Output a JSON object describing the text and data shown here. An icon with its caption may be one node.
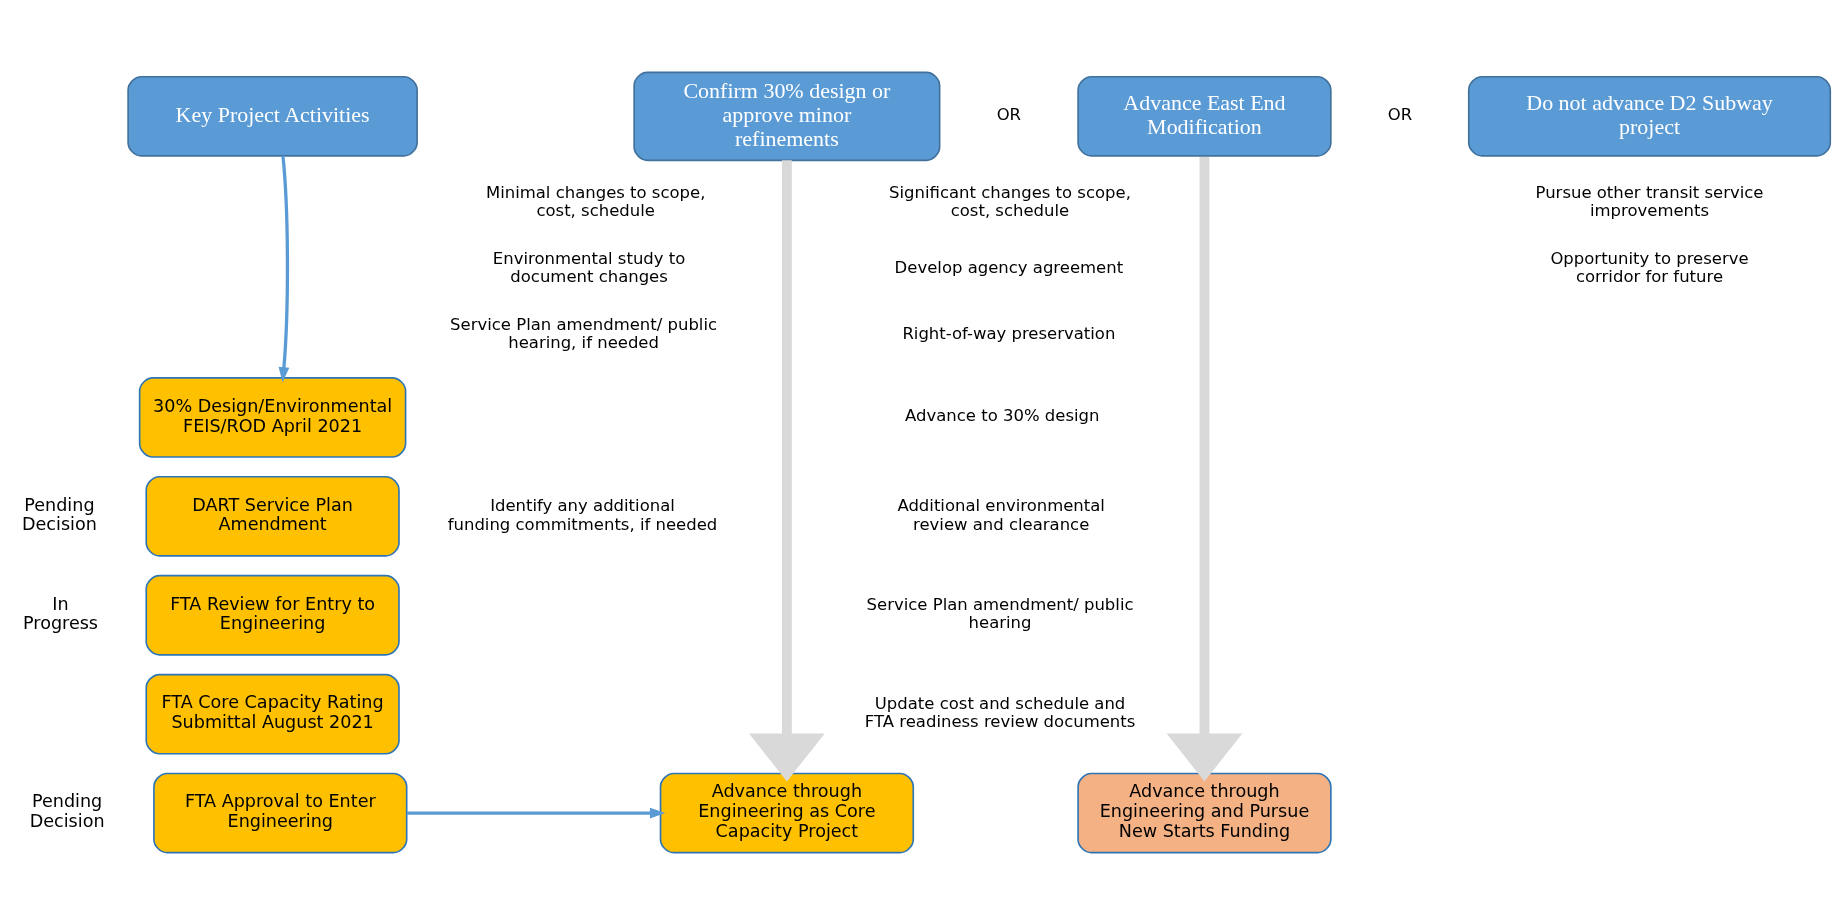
{
  "diagram": {
    "nodes": [
      {
        "text": [
          "Key Project Activities"
        ]
      },
      {
        "text": [
          "Confirm 30% design or approve minor refinements"
        ]
      },
      {
        "text": [
          "Advance East End Modification"
        ]
      },
      {
        "text": [
          "Do not advance D2 Subway project"
        ]
      },
      {
        "text": [
          "30% Design/Environmental FEIS/ROD April 2021"
        ]
      },
      {
        "text": [
          "DART Service Plan Amendment"
        ],
        "beside": [
          "Pending Decision"
        ]
      },
      {
        "text": [
          "FTA Review for Entry to Engineering"
        ],
        "beside": [
          "In Progress"
        ]
      },
      {
        "text": [
          "FTA Core Capacity Rating Submittal August 2021"
        ]
      },
      {
        "text": [
          "FTA Approval to Enter Engineering"
        ],
        "beside": [
          "Pending Decision"
        ]
      },
      {
        "text": [
          "Advance through Engineering as Core Capacity Project"
        ]
      },
      {
        "text": [
          "Advance through Engineering and Pursue New Starts Funding"
        ]
      }
    ],
    "edges": [
      {
        "from": 0,
        "to": 4,
        "arrow": "to"
      },
      {
        "from": 8,
        "to": 9,
        "arrow": "to"
      },
      {
        "from": 1,
        "to": 9,
        "arrow": "to",
        "style": "thick",
        "color": "#d9d9d9"
      },
      {
        "from": 2,
        "to": 10,
        "arrow": "to",
        "style": "thick",
        "color": "#d9d9d9"
      }
    ],
    "labels": [
      "OR",
      "OR",
      "Minimal changes to scope, cost, schedule",
      "Environmental study to document changes",
      "Service Plan amendment/ public hearing, if needed",
      "Identify any additional funding commitments, if needed",
      "Significant changes to scope, cost, schedule",
      "Develop agency agreement",
      "Right-of-way preservation",
      "Advance to 30% design",
      "Additional environmental review and clearance",
      "Service Plan amendment/ public hearing",
      "Update cost and schedule and FTA readiness review documents",
      "Pursue other transit service improvements",
      "Opportunity to preserve corridor for future"
    ]
  }
}
